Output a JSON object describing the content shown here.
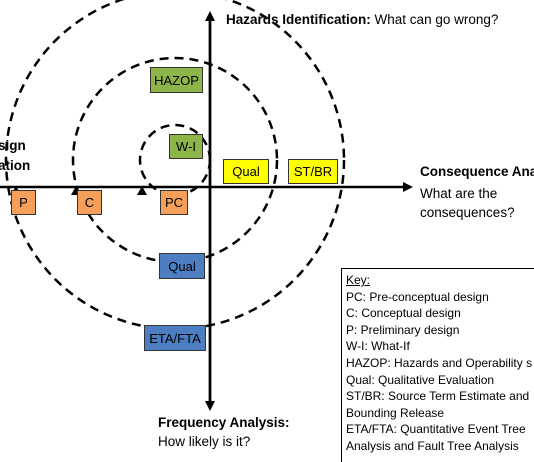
{
  "axes": {
    "top_title": "Hazards Identification:",
    "top_text": "What can go wrong?",
    "right_title": "Consequence Ana",
    "right_line1": "What are the",
    "right_line2": "consequences?",
    "bottom_title": "Frequency Analysis:",
    "bottom_text": "How likely is it?",
    "left_line1": "sign",
    "left_line2": "ation"
  },
  "boxes": {
    "hazop": "HAZOP",
    "wi": "W-I",
    "qual_top": "Qual",
    "stbr": "ST/BR",
    "p": "P",
    "c": "C",
    "pc": "PC",
    "qual_bottom": "Qual",
    "etafta": "ETA/FTA"
  },
  "key": {
    "title": "Key:",
    "items": [
      "PC: Pre-conceptual design",
      "C: Conceptual design",
      "P: Preliminary design",
      "W-I: What-If",
      "HAZOP: Hazards and Operability s",
      "Qual: Qualitative Evaluation",
      "ST/BR: Source Term Estimate and",
      "Bounding Release",
      "ETA/FTA: Quantitative Event Tree",
      "Analysis and Fault Tree Analysis"
    ]
  },
  "colors": {
    "green": "#8db54a",
    "yellow": "#ffff00",
    "orange": "#f5a05a",
    "blue": "#4e7ec2"
  }
}
